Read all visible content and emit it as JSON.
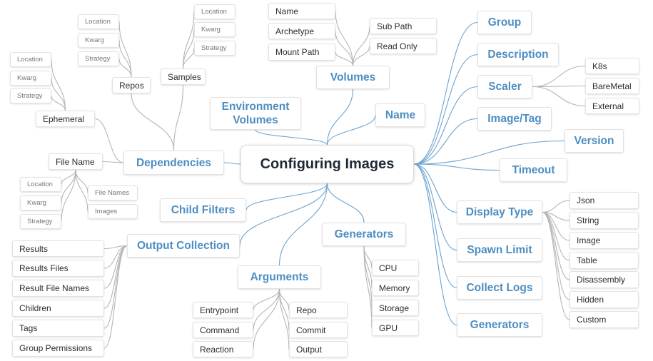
{
  "colors": {
    "main_edge": "#6ba3d0",
    "sub_edge": "#b5b5b5",
    "main_text": "#4d8ec2"
  },
  "root": "Configuring Images",
  "topics": {
    "environment_volumes": "Environment Volumes",
    "volumes": "Volumes",
    "name": "Name",
    "dependencies": "Dependencies",
    "child_filters": "Child Filters",
    "output_collection": "Output Collection",
    "arguments": "Arguments",
    "generators_bottom": "Generators",
    "group": "Group",
    "description": "Description",
    "scaler": "Scaler",
    "image_tag": "Image/Tag",
    "version": "Version",
    "timeout": "Timeout",
    "display_type": "Display Type",
    "spawn_limit": "Spawn Limit",
    "collect_logs": "Collect Logs",
    "generators_right": "Generators"
  },
  "volumes_items": [
    "Name",
    "Archetype",
    "Mount Path",
    "Sub Path",
    "Read Only"
  ],
  "dependencies": {
    "repos": "Repos",
    "repos_items": [
      "Location",
      "Kwarg",
      "Strategy"
    ],
    "samples": "Samples",
    "samples_items": [
      "Location",
      "Kwarg",
      "Strategy"
    ],
    "ephemeral": "Ephemeral",
    "ephemeral_items": [
      "Location",
      "Kwarg",
      "Strategy"
    ],
    "file_name": "File Name",
    "file_name_items": [
      "Location",
      "Kwarg",
      "Strategy",
      "File Names",
      "Images"
    ]
  },
  "output_collection_items": [
    "Results",
    "Results Files",
    "Result File Names",
    "Children",
    "Tags",
    "Group Permissions"
  ],
  "arguments_items": [
    "Entrypoint",
    "Command",
    "Reaction",
    "Repo",
    "Commit",
    "Output"
  ],
  "generators_items": [
    "CPU",
    "Memory",
    "Storage",
    "GPU"
  ],
  "scaler_items": [
    "K8s",
    "BareMetal",
    "External"
  ],
  "display_type_items": [
    "Json",
    "String",
    "Image",
    "Table",
    "Disassembly",
    "Hidden",
    "Custom"
  ]
}
